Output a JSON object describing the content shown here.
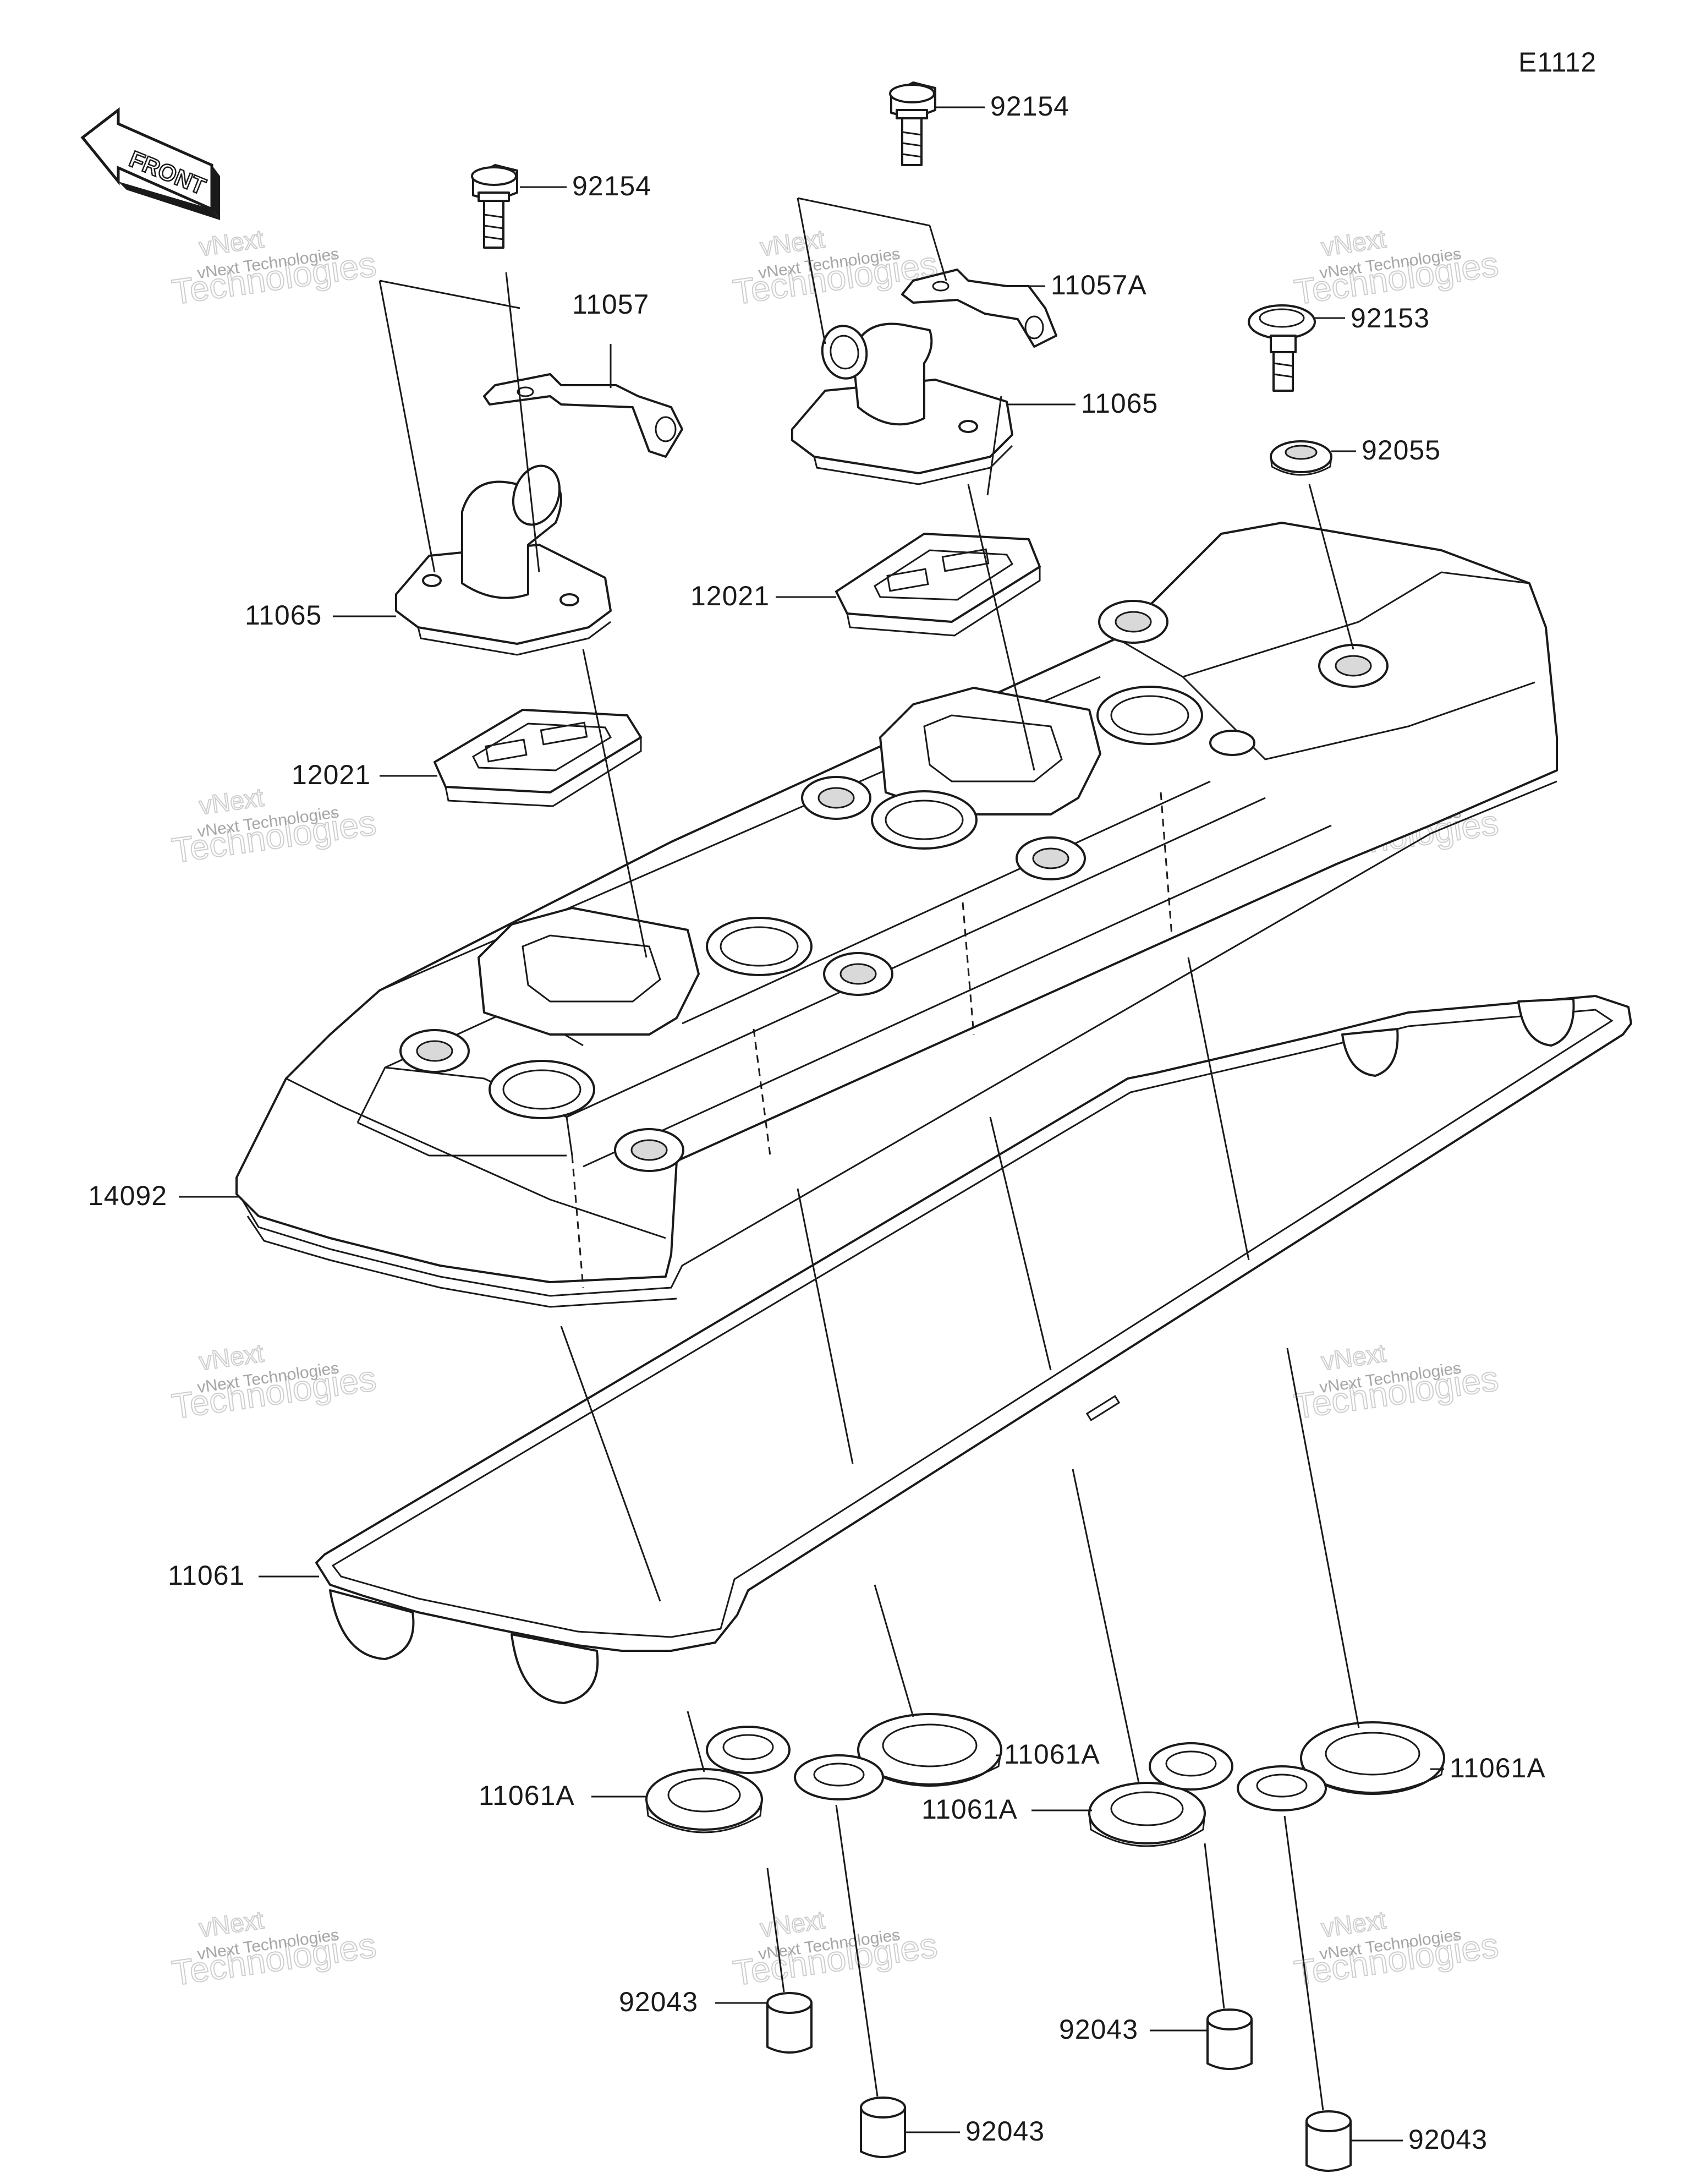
{
  "diagram_code": "E1112",
  "front_indicator": {
    "text": "FRONT",
    "icon": "front-arrow-icon"
  },
  "watermark": {
    "line1": "vNext Technologies",
    "line2": "vNext",
    "line3": "Technologies"
  },
  "callouts": [
    {
      "id": "bolt-upper-left",
      "part_no": "92154"
    },
    {
      "id": "bolt-upper-center",
      "part_no": "92154"
    },
    {
      "id": "bracket-left",
      "part_no": "11057"
    },
    {
      "id": "bracket-right",
      "part_no": "11057A"
    },
    {
      "id": "breather-cover-left",
      "part_no": "11065"
    },
    {
      "id": "breather-cover-right",
      "part_no": "11065"
    },
    {
      "id": "bolt-right",
      "part_no": "92153"
    },
    {
      "id": "grommet-right",
      "part_no": "92055"
    },
    {
      "id": "reed-valve-left",
      "part_no": "12021"
    },
    {
      "id": "reed-valve-right",
      "part_no": "12021"
    },
    {
      "id": "cylinder-head-cover",
      "part_no": "14092"
    },
    {
      "id": "head-cover-gasket",
      "part_no": "11061"
    },
    {
      "id": "plug-gasket-1",
      "part_no": "11061A"
    },
    {
      "id": "plug-gasket-2",
      "part_no": "11061A"
    },
    {
      "id": "plug-gasket-3",
      "part_no": "11061A"
    },
    {
      "id": "plug-gasket-4",
      "part_no": "11061A"
    },
    {
      "id": "dowel-1",
      "part_no": "92043"
    },
    {
      "id": "dowel-2",
      "part_no": "92043"
    },
    {
      "id": "dowel-3",
      "part_no": "92043"
    },
    {
      "id": "dowel-4",
      "part_no": "92043"
    }
  ]
}
